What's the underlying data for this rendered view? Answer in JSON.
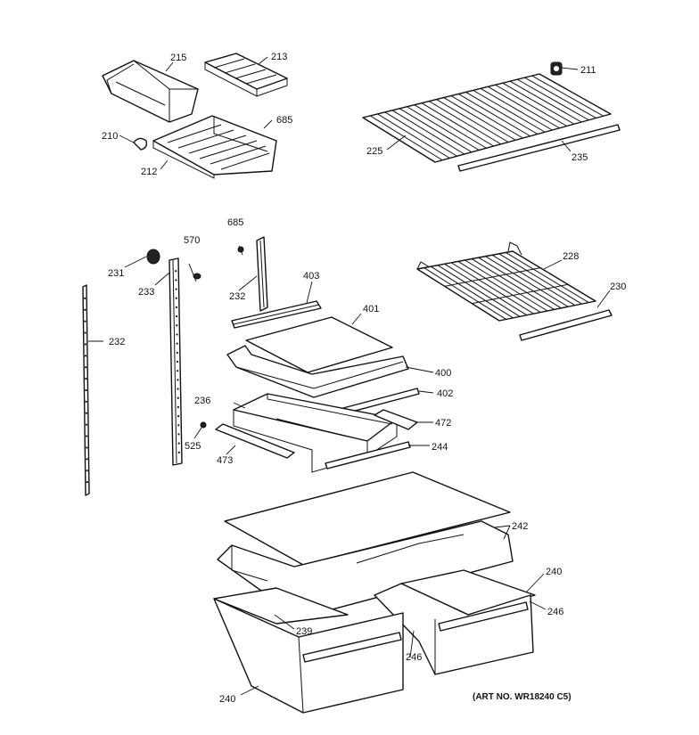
{
  "labels": {
    "p215": "215",
    "p213": "213",
    "p211": "211",
    "p685a": "685",
    "p210": "210",
    "p212": "212",
    "p225": "225",
    "p235": "235",
    "p685b": "685",
    "p570": "570",
    "p231": "231",
    "p233": "233",
    "p232a": "232",
    "p232b": "232",
    "p403": "403",
    "p401": "401",
    "p228": "228",
    "p230": "230",
    "p400": "400",
    "p402": "402",
    "p236": "236",
    "p472": "472",
    "p525": "525",
    "p473": "473",
    "p244": "244",
    "p242": "242",
    "p240a": "240",
    "p246a": "246",
    "p239": "239",
    "p246b": "246",
    "p240b": "240"
  },
  "art_number": "(ART NO. WR18240 C5)"
}
